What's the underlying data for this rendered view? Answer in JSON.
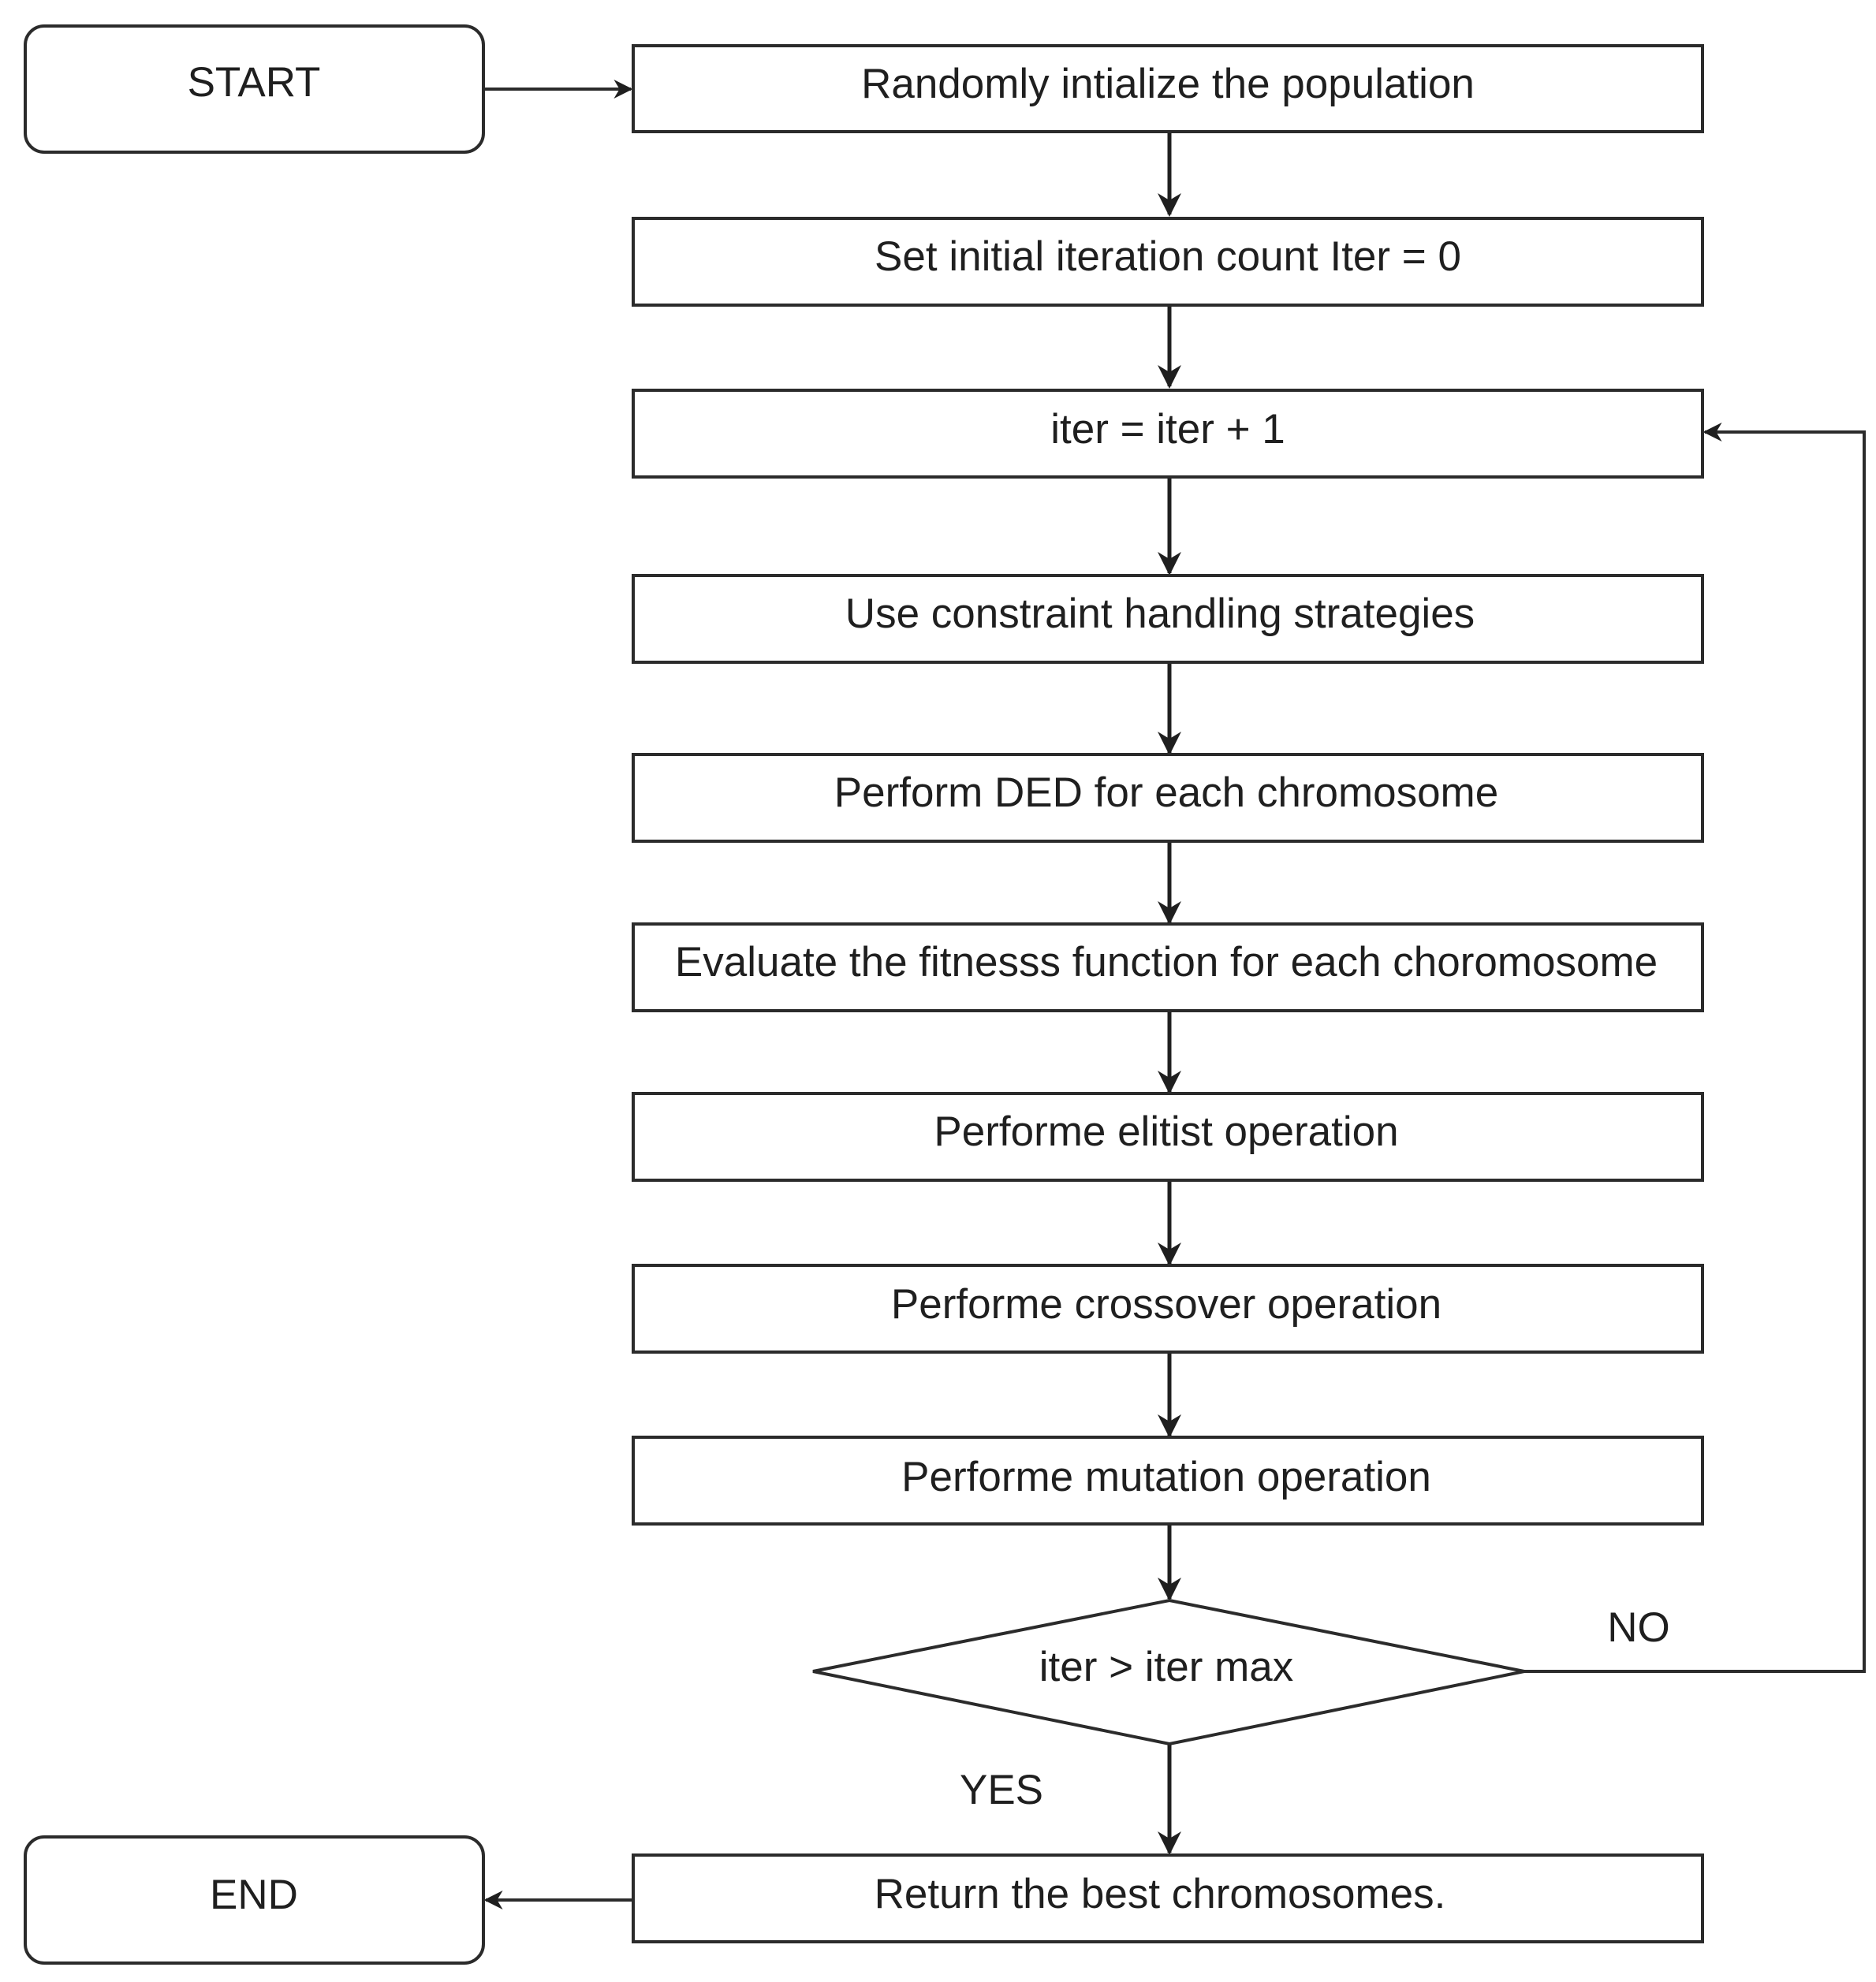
{
  "nodes": {
    "start": "START",
    "init_population": "Randomly intialize the population",
    "init_iter": "Set initial iteration count Iter = 0",
    "increment": "iter = iter + 1",
    "constraints": "Use constraint handling strategies",
    "perform_ded": "Perform DED for each chromosome",
    "evaluate": "Evaluate the fitnesss function for each choromosome",
    "elitist": "Performe elitist operation",
    "crossover": "Performe crossover operation",
    "mutation": "Performe mutation operation",
    "decision": "iter > iter max",
    "return_best": "Return the best chromosomes.",
    "end": "END"
  },
  "edges": {
    "no_label": "NO",
    "yes_label": "YES"
  }
}
